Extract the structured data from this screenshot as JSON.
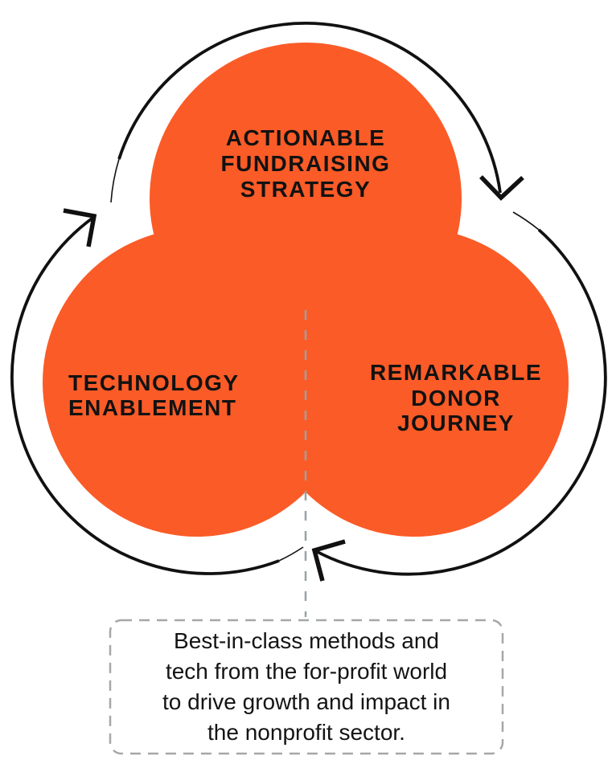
{
  "colors": {
    "orange": "#FB5B27",
    "arrow": "#111111",
    "connector_dash": "#98A2A6",
    "box_dash": "#A5A7A8",
    "label_text": "#121212",
    "background": "#FFFFFF"
  },
  "venn": {
    "top_circle": {
      "lines": [
        "ACTIONABLE",
        "FUNDRAISING",
        "STRATEGY"
      ]
    },
    "left_circle": {
      "lines": [
        "TECHNOLOGY",
        "ENABLEMENT"
      ]
    },
    "right_circle": {
      "lines": [
        "REMARKABLE",
        "DONOR",
        "JOURNEY"
      ]
    }
  },
  "callout": {
    "lines": [
      "Best-in-class methods and",
      "tech from the for-profit world",
      "to drive growth and impact in",
      "the nonprofit sector."
    ]
  }
}
